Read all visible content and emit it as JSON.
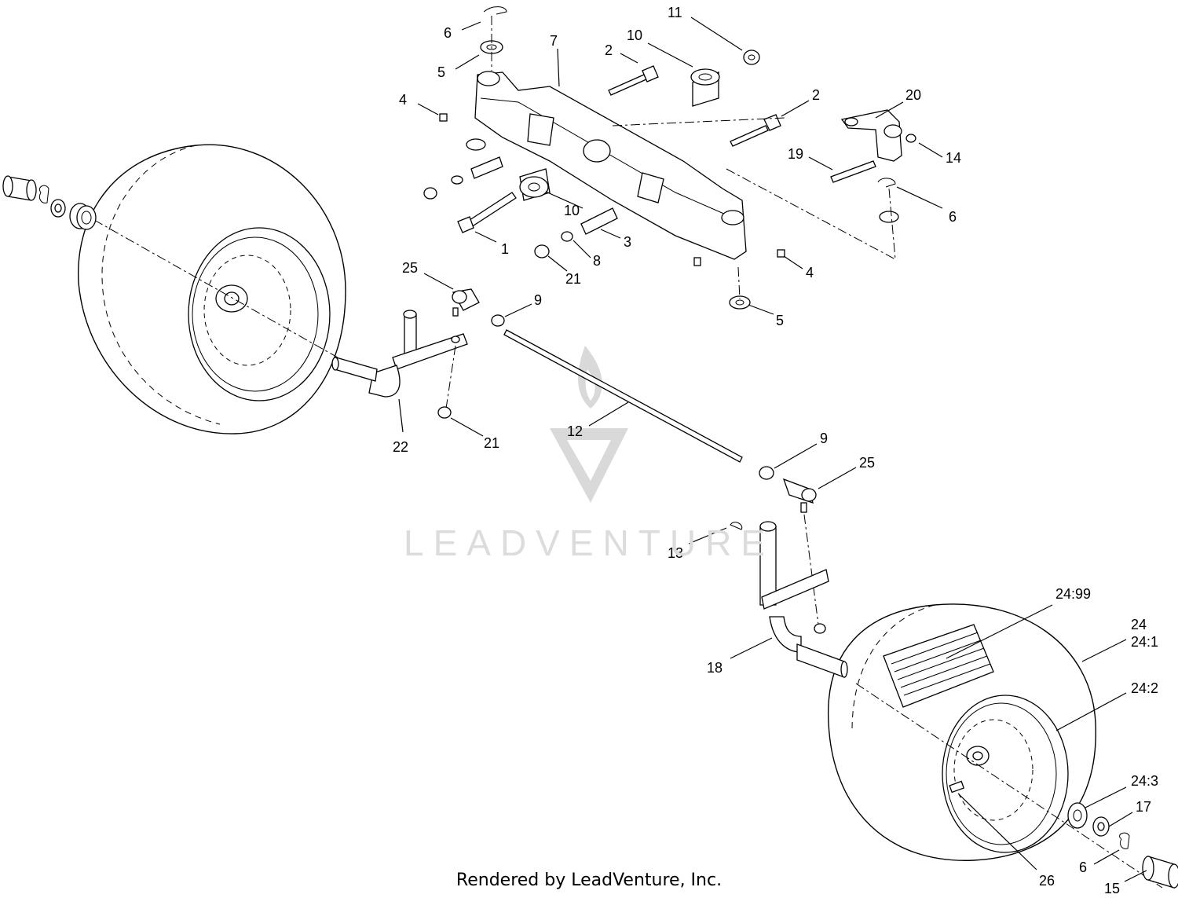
{
  "watermark": {
    "text": "LEADVENTURE"
  },
  "footer": {
    "credit": "Rendered by LeadVenture, Inc."
  },
  "callouts": [
    {
      "id": "c1",
      "label": "6"
    },
    {
      "id": "c2",
      "label": "5"
    },
    {
      "id": "c3",
      "label": "7"
    },
    {
      "id": "c4",
      "label": "2"
    },
    {
      "id": "c5",
      "label": "10"
    },
    {
      "id": "c6",
      "label": "11"
    },
    {
      "id": "c7",
      "label": "4"
    },
    {
      "id": "c8",
      "label": "2"
    },
    {
      "id": "c9",
      "label": "20"
    },
    {
      "id": "c10",
      "label": "19"
    },
    {
      "id": "c11",
      "label": "14"
    },
    {
      "id": "c12",
      "label": "6"
    },
    {
      "id": "c13",
      "label": "10"
    },
    {
      "id": "c14",
      "label": "1"
    },
    {
      "id": "c15",
      "label": "3"
    },
    {
      "id": "c16",
      "label": "8"
    },
    {
      "id": "c17",
      "label": "21"
    },
    {
      "id": "c18",
      "label": "4"
    },
    {
      "id": "c19",
      "label": "5"
    },
    {
      "id": "c20",
      "label": "25"
    },
    {
      "id": "c21",
      "label": "9"
    },
    {
      "id": "c22",
      "label": "22"
    },
    {
      "id": "c23",
      "label": "21"
    },
    {
      "id": "c24",
      "label": "12"
    },
    {
      "id": "c25",
      "label": "9"
    },
    {
      "id": "c26",
      "label": "25"
    },
    {
      "id": "c27",
      "label": "13"
    },
    {
      "id": "c28",
      "label": "18"
    },
    {
      "id": "c29",
      "label": "24:99"
    },
    {
      "id": "c30",
      "label": "24"
    },
    {
      "id": "c31",
      "label": "24:1"
    },
    {
      "id": "c32",
      "label": "24:2"
    },
    {
      "id": "c33",
      "label": "24:3"
    },
    {
      "id": "c34",
      "label": "17"
    },
    {
      "id": "c35",
      "label": "6"
    },
    {
      "id": "c36",
      "label": "26"
    },
    {
      "id": "c37",
      "label": "15"
    }
  ]
}
